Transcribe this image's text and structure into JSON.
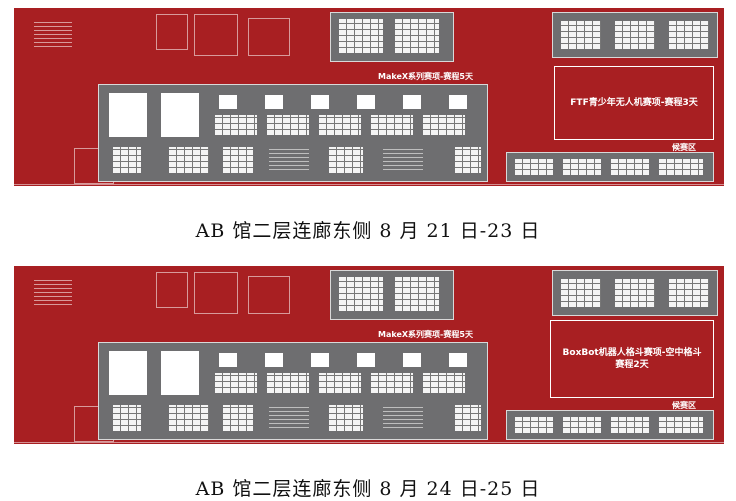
{
  "plans": [
    {
      "caption": "AB 馆二层连廊东侧  8 月 21 日-23 日",
      "zone_right_text": "FTF青少年无人机赛项-赛程3天",
      "label_center": "MakeX系列赛项-赛程5天",
      "label_waiting": "候赛区"
    },
    {
      "caption": "AB 馆二层连廊东侧  8 月 24 日-25 日",
      "zone_right_text": "BoxBot机器人格斗赛项-空中格斗赛程2天",
      "label_center": "MakeX系列赛项-赛程5天",
      "label_waiting": "候赛区"
    }
  ],
  "colors": {
    "background": "#a81f22",
    "hall": "#6e6e70",
    "table": "#f4f4f4"
  }
}
